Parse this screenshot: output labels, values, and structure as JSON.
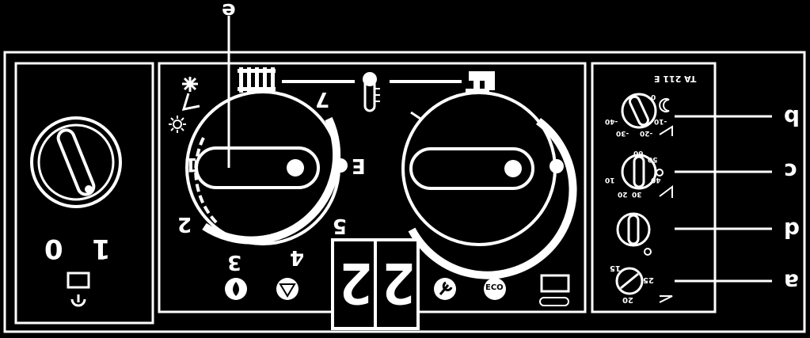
{
  "callouts": {
    "e": "e",
    "b": "b",
    "c": "c",
    "d": "d",
    "a": "a"
  },
  "power_switch": {
    "off": "0",
    "on": "1"
  },
  "heating_dial": {
    "scale": [
      "1",
      "2",
      "3",
      "4",
      "5",
      "E",
      "7"
    ]
  },
  "display": {
    "left_digit": "2",
    "right_digit": "2",
    "right_digit_group": "22"
  },
  "buttons": {
    "eco": "ECO"
  },
  "thermostat": {
    "title": "TA 211 E",
    "knob_b_scale": [
      "0",
      "-10",
      "-20",
      "-30",
      "-40"
    ],
    "knob_c_scale": [
      "60",
      "50",
      "40",
      "30",
      "20",
      "10"
    ],
    "knob_a_scale": [
      "15",
      "25",
      "20"
    ]
  },
  "icons": {
    "radiator": "radiator-icon",
    "thermometer": "thermometer-icon",
    "tap": "tap-icon",
    "snowflake": "snowflake-icon",
    "moon": "moon-icon",
    "sun": "sun-icon",
    "reset": "reset-icon",
    "service": "wrench-icon",
    "power": "power-icon"
  }
}
